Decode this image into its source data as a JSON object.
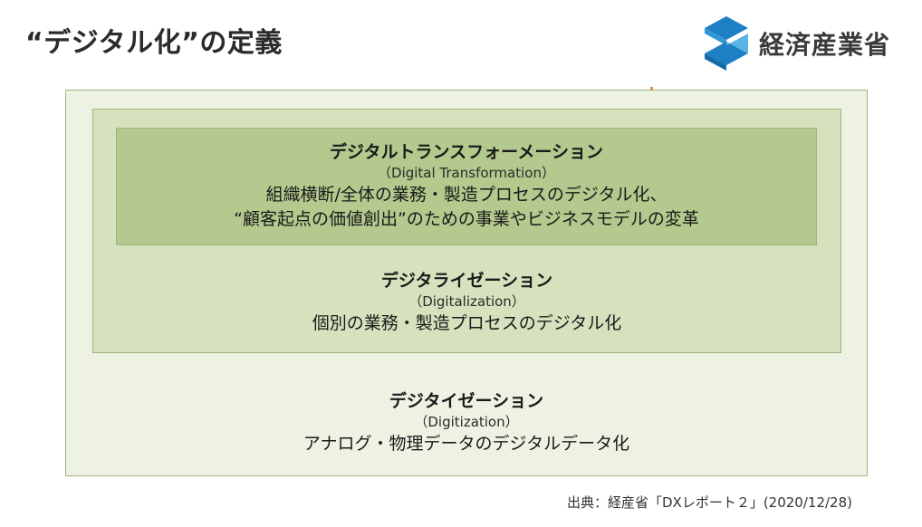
{
  "slide": {
    "title": "“デジタル化”の定義"
  },
  "logo": {
    "text": "経済産業省",
    "icon": "meti-cube-logo-icon"
  },
  "levels": {
    "transformation": {
      "term": "デジタルトランスフォーメーション",
      "english": "（Digital Transformation）",
      "description_line1": "組織横断/全体の業務・製造プロセスのデジタル化、",
      "description_line2": "“顧客起点の価値創出”のための事業やビジネスモデルの変革"
    },
    "digitalization": {
      "term": "デジタライゼーション",
      "english": "（Digitalization）",
      "description": "個別の業務・製造プロセスのデジタル化"
    },
    "digitization": {
      "term": "デジタイゼーション",
      "english": "（Digitization）",
      "description": "アナログ・物理データのデジタルデータ化"
    }
  },
  "source": {
    "text": "出典：経産省「DXレポート２」(2020/12/28)"
  },
  "colors": {
    "outer_box": "#eef2e3",
    "middle_box": "#d6e2be",
    "inner_box": "#b3c98d",
    "box_border": "#9fb479",
    "logo_blue": "#1d7fc4"
  }
}
